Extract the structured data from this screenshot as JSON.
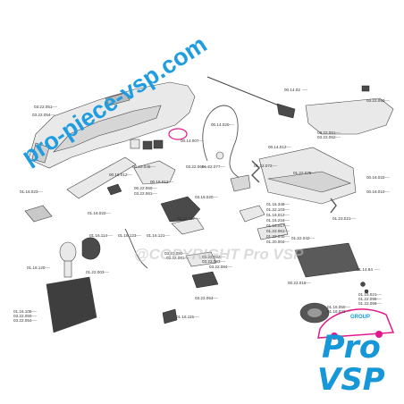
{
  "watermark_site": "pro-piece-vsp.com",
  "watermark_center": "@COPYRIGHT Pro VSP",
  "logo": {
    "group_text": "GROUP",
    "line1": "Pro",
    "line2": "VSP"
  },
  "highlight_color": "#e0188c",
  "brand_color": "#1597d8",
  "part_labels": [
    "03.22.051",
    "03.22.054",
    "03.22.051",
    "03.22.052",
    "00.14.02",
    "03.22.053",
    "00.14.020",
    "00.14.007",
    "00.14.012",
    "01.22.072",
    "00.22.045",
    "03.22.065",
    "00.16.012",
    "01.22.077",
    "00.16.012",
    "00.22.060",
    "03.22.061",
    "03.16.020",
    "01.22.075",
    "00.16.022",
    "01.16.023",
    "01.16.348",
    "01.22.103",
    "01.16.012",
    "01.16.216",
    "01.16.017",
    "01.22.061",
    "01.22.040",
    "01.20.004",
    "00.16.010",
    "01.16.022",
    "01.22.042",
    "01.23.021",
    "01.22.117",
    "01.16.123",
    "01.16.114",
    "01.16.121",
    "03.22.080",
    "03.22.081",
    "03.22.082",
    "03.22.083",
    "01.16.120",
    "01.22.003",
    "03.22.064",
    "03.22.084",
    "00.22.015",
    "01.14.84",
    "01.15.021",
    "01.22.099",
    "01.22.058",
    "01.16.105",
    "03.22.050",
    "03.22.054",
    "01.16.050",
    "01.16.023",
    "01.16.115"
  ]
}
